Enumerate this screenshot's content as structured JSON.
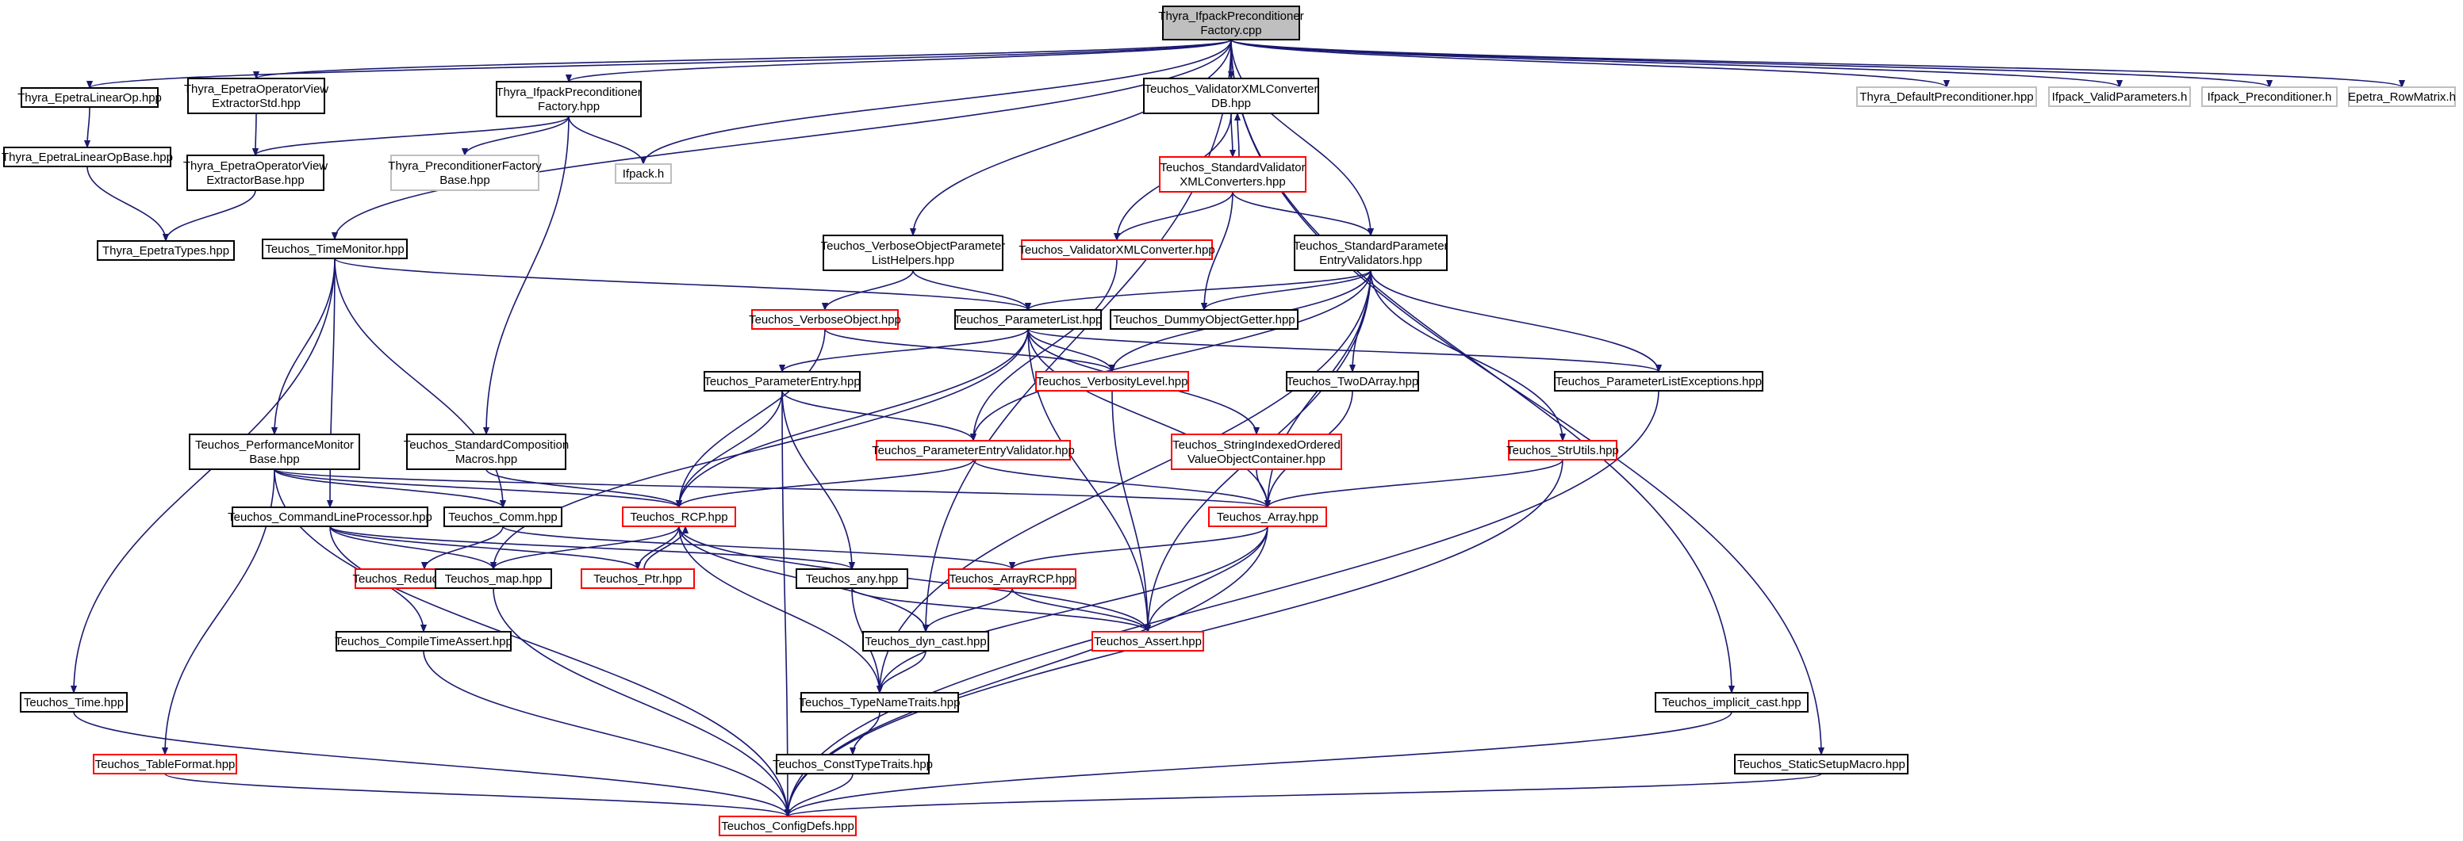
{
  "colors": {
    "edge": "#191970",
    "node_border": "#000000",
    "node_border_incomplete": "#ff0000",
    "node_border_external": "#bfbfbf",
    "root_fill": "#bfbfbf"
  },
  "nodes": [
    {
      "id": "root",
      "lines": [
        "Thyra_IfpackPreconditioner",
        "Factory.cpp"
      ],
      "style": "root"
    },
    {
      "id": "epetra_lin_op",
      "lines": [
        "Thyra_EpetraLinearOp.hpp"
      ],
      "style": "black"
    },
    {
      "id": "epetra_opview_std",
      "lines": [
        "Thyra_EpetraOperatorView",
        "ExtractorStd.hpp"
      ],
      "style": "black"
    },
    {
      "id": "ifpack_fact_hpp",
      "lines": [
        "Thyra_IfpackPreconditioner",
        "Factory.hpp"
      ],
      "style": "black"
    },
    {
      "id": "validator_xml_db",
      "lines": [
        "Teuchos_ValidatorXMLConverter",
        "DB.hpp"
      ],
      "style": "black"
    },
    {
      "id": "default_precond",
      "lines": [
        "Thyra_DefaultPreconditioner.hpp"
      ],
      "style": "gray"
    },
    {
      "id": "ifpack_valid",
      "lines": [
        "Ifpack_ValidParameters.h"
      ],
      "style": "gray"
    },
    {
      "id": "ifpack_precond",
      "lines": [
        "Ifpack_Preconditioner.h"
      ],
      "style": "gray"
    },
    {
      "id": "epetra_rowmatrix",
      "lines": [
        "Epetra_RowMatrix.h"
      ],
      "style": "gray"
    },
    {
      "id": "epetra_lin_op_base",
      "lines": [
        "Thyra_EpetraLinearOpBase.hpp"
      ],
      "style": "black"
    },
    {
      "id": "epetra_opview_base",
      "lines": [
        "Thyra_EpetraOperatorView",
        "ExtractorBase.hpp"
      ],
      "style": "black"
    },
    {
      "id": "precond_fact_base",
      "lines": [
        "Thyra_PreconditionerFactory",
        "Base.hpp"
      ],
      "style": "gray"
    },
    {
      "id": "ifpack_h",
      "lines": [
        "Ifpack.h"
      ],
      "style": "gray"
    },
    {
      "id": "std_validator_xml",
      "lines": [
        "Teuchos_StandardValidator",
        "XMLConverters.hpp"
      ],
      "style": "red"
    },
    {
      "id": "epetra_types",
      "lines": [
        "Thyra_EpetraTypes.hpp"
      ],
      "style": "black"
    },
    {
      "id": "time_monitor",
      "lines": [
        "Teuchos_TimeMonitor.hpp"
      ],
      "style": "black"
    },
    {
      "id": "verbose_helpers",
      "lines": [
        "Teuchos_VerboseObjectParameter",
        "ListHelpers.hpp"
      ],
      "style": "black"
    },
    {
      "id": "validator_xml_conv",
      "lines": [
        "Teuchos_ValidatorXMLConverter.hpp"
      ],
      "style": "red"
    },
    {
      "id": "std_param_entry_val",
      "lines": [
        "Teuchos_StandardParameter",
        "EntryValidators.hpp"
      ],
      "style": "black"
    },
    {
      "id": "verbose_object",
      "lines": [
        "Teuchos_VerboseObject.hpp"
      ],
      "style": "red"
    },
    {
      "id": "param_list",
      "lines": [
        "Teuchos_ParameterList.hpp"
      ],
      "style": "black"
    },
    {
      "id": "dummy_getter",
      "lines": [
        "Teuchos_DummyObjectGetter.hpp"
      ],
      "style": "black"
    },
    {
      "id": "param_entry",
      "lines": [
        "Teuchos_ParameterEntry.hpp"
      ],
      "style": "black"
    },
    {
      "id": "verbosity_level",
      "lines": [
        "Teuchos_VerbosityLevel.hpp"
      ],
      "style": "red"
    },
    {
      "id": "twod_array",
      "lines": [
        "Teuchos_TwoDArray.hpp"
      ],
      "style": "black"
    },
    {
      "id": "param_list_exc",
      "lines": [
        "Teuchos_ParameterListExceptions.hpp"
      ],
      "style": "black"
    },
    {
      "id": "perf_monitor",
      "lines": [
        "Teuchos_PerformanceMonitor",
        "Base.hpp"
      ],
      "style": "black"
    },
    {
      "id": "std_composition",
      "lines": [
        "Teuchos_StandardComposition",
        "Macros.hpp"
      ],
      "style": "black"
    },
    {
      "id": "param_entry_val",
      "lines": [
        "Teuchos_ParameterEntryValidator.hpp"
      ],
      "style": "red"
    },
    {
      "id": "string_indexed",
      "lines": [
        "Teuchos_StringIndexedOrdered",
        "ValueObjectContainer.hpp"
      ],
      "style": "red"
    },
    {
      "id": "str_utils",
      "lines": [
        "Teuchos_StrUtils.hpp"
      ],
      "style": "red"
    },
    {
      "id": "cmdline",
      "lines": [
        "Teuchos_CommandLineProcessor.hpp"
      ],
      "style": "black"
    },
    {
      "id": "comm",
      "lines": [
        "Teuchos_Comm.hpp"
      ],
      "style": "black"
    },
    {
      "id": "rcp",
      "lines": [
        "Teuchos_RCP.hpp"
      ],
      "style": "red"
    },
    {
      "id": "array",
      "lines": [
        "Teuchos_Array.hpp"
      ],
      "style": "red"
    },
    {
      "id": "reduction_op",
      "lines": [
        "Teuchos_ReductionOp.hpp"
      ],
      "style": "red"
    },
    {
      "id": "map",
      "lines": [
        "Teuchos_map.hpp"
      ],
      "style": "black"
    },
    {
      "id": "ptr",
      "lines": [
        "Teuchos_Ptr.hpp"
      ],
      "style": "red"
    },
    {
      "id": "any",
      "lines": [
        "Teuchos_any.hpp"
      ],
      "style": "black"
    },
    {
      "id": "array_rcp",
      "lines": [
        "Teuchos_ArrayRCP.hpp"
      ],
      "style": "red"
    },
    {
      "id": "compile_time_assert",
      "lines": [
        "Teuchos_CompileTimeAssert.hpp"
      ],
      "style": "black"
    },
    {
      "id": "dyn_cast",
      "lines": [
        "Teuchos_dyn_cast.hpp"
      ],
      "style": "black"
    },
    {
      "id": "assert",
      "lines": [
        "Teuchos_Assert.hpp"
      ],
      "style": "red"
    },
    {
      "id": "time",
      "lines": [
        "Teuchos_Time.hpp"
      ],
      "style": "black"
    },
    {
      "id": "type_name_traits",
      "lines": [
        "Teuchos_TypeNameTraits.hpp"
      ],
      "style": "black"
    },
    {
      "id": "implicit_cast",
      "lines": [
        "Teuchos_implicit_cast.hpp"
      ],
      "style": "black"
    },
    {
      "id": "const_type_traits",
      "lines": [
        "Teuchos_ConstTypeTraits.hpp"
      ],
      "style": "black"
    },
    {
      "id": "table_format",
      "lines": [
        "Teuchos_TableFormat.hpp"
      ],
      "style": "red"
    },
    {
      "id": "static_setup",
      "lines": [
        "Teuchos_StaticSetupMacro.hpp"
      ],
      "style": "black"
    },
    {
      "id": "config_defs",
      "lines": [
        "Teuchos_ConfigDefs.hpp"
      ],
      "style": "red"
    }
  ],
  "edges": [
    [
      "root",
      "epetra_lin_op"
    ],
    [
      "root",
      "epetra_opview_std"
    ],
    [
      "root",
      "ifpack_fact_hpp"
    ],
    [
      "root",
      "time_monitor"
    ],
    [
      "root",
      "ifpack_h"
    ],
    [
      "root",
      "dyn_cast"
    ],
    [
      "root",
      "verbose_helpers"
    ],
    [
      "root",
      "validator_xml_db"
    ],
    [
      "root",
      "std_param_entry_val"
    ],
    [
      "root",
      "implicit_cast"
    ],
    [
      "root",
      "static_setup"
    ],
    [
      "root",
      "default_precond"
    ],
    [
      "root",
      "ifpack_valid"
    ],
    [
      "root",
      "ifpack_precond"
    ],
    [
      "root",
      "epetra_rowmatrix"
    ],
    [
      "epetra_lin_op",
      "epetra_lin_op_base"
    ],
    [
      "epetra_lin_op_base",
      "epetra_types"
    ],
    [
      "epetra_opview_std",
      "epetra_opview_base"
    ],
    [
      "epetra_opview_base",
      "epetra_types"
    ],
    [
      "ifpack_fact_hpp",
      "epetra_opview_base"
    ],
    [
      "ifpack_fact_hpp",
      "precond_fact_base"
    ],
    [
      "ifpack_fact_hpp",
      "ifpack_h"
    ],
    [
      "ifpack_fact_hpp",
      "std_composition"
    ],
    [
      "validator_xml_db",
      "std_validator_xml"
    ],
    [
      "validator_xml_db",
      "validator_xml_conv"
    ],
    [
      "std_validator_xml",
      "validator_xml_db"
    ],
    [
      "std_validator_xml",
      "validator_xml_conv"
    ],
    [
      "std_validator_xml",
      "std_param_entry_val"
    ],
    [
      "std_validator_xml",
      "dummy_getter"
    ],
    [
      "validator_xml_conv",
      "param_entry_val"
    ],
    [
      "time_monitor",
      "param_list"
    ],
    [
      "time_monitor",
      "perf_monitor"
    ],
    [
      "time_monitor",
      "cmdline"
    ],
    [
      "time_monitor",
      "comm"
    ],
    [
      "time_monitor",
      "time"
    ],
    [
      "verbose_helpers",
      "verbose_object"
    ],
    [
      "verbose_helpers",
      "param_list"
    ],
    [
      "std_param_entry_val",
      "param_list"
    ],
    [
      "std_param_entry_val",
      "dummy_getter"
    ],
    [
      "std_param_entry_val",
      "verbosity_level"
    ],
    [
      "std_param_entry_val",
      "twod_array"
    ],
    [
      "std_param_entry_val",
      "param_list_exc"
    ],
    [
      "std_param_entry_val",
      "str_utils"
    ],
    [
      "std_param_entry_val",
      "param_entry_val"
    ],
    [
      "std_param_entry_val",
      "assert"
    ],
    [
      "std_param_entry_val",
      "type_name_traits"
    ],
    [
      "std_param_entry_val",
      "array"
    ],
    [
      "verbose_object",
      "verbosity_level"
    ],
    [
      "verbose_object",
      "rcp"
    ],
    [
      "param_list",
      "param_entry"
    ],
    [
      "param_list",
      "param_list_exc"
    ],
    [
      "param_list",
      "string_indexed"
    ],
    [
      "param_list",
      "array"
    ],
    [
      "param_list",
      "map"
    ],
    [
      "param_list",
      "rcp"
    ],
    [
      "param_list",
      "assert"
    ],
    [
      "param_list",
      "verbosity_level"
    ],
    [
      "param_entry",
      "param_entry_val"
    ],
    [
      "param_entry",
      "rcp"
    ],
    [
      "param_entry",
      "any"
    ],
    [
      "param_entry",
      "config_defs"
    ],
    [
      "verbosity_level",
      "assert"
    ],
    [
      "twod_array",
      "array"
    ],
    [
      "param_list_exc",
      "config_defs"
    ],
    [
      "perf_monitor",
      "comm"
    ],
    [
      "perf_monitor",
      "rcp"
    ],
    [
      "perf_monitor",
      "array"
    ],
    [
      "perf_monitor",
      "table_format"
    ],
    [
      "perf_monitor",
      "config_defs"
    ],
    [
      "std_composition",
      "rcp"
    ],
    [
      "param_entry_val",
      "rcp"
    ],
    [
      "param_entry_val",
      "array"
    ],
    [
      "string_indexed",
      "array"
    ],
    [
      "str_utils",
      "array"
    ],
    [
      "str_utils",
      "config_defs"
    ],
    [
      "cmdline",
      "map"
    ],
    [
      "cmdline",
      "any"
    ],
    [
      "cmdline",
      "ptr"
    ],
    [
      "cmdline",
      "compile_time_assert"
    ],
    [
      "comm",
      "reduction_op"
    ],
    [
      "comm",
      "array_rcp"
    ],
    [
      "rcp",
      "map"
    ],
    [
      "rcp",
      "ptr"
    ],
    [
      "rcp",
      "dyn_cast"
    ],
    [
      "rcp",
      "assert"
    ],
    [
      "rcp",
      "type_name_traits"
    ],
    [
      "ptr",
      "rcp"
    ],
    [
      "array",
      "array_rcp"
    ],
    [
      "array",
      "assert"
    ],
    [
      "array",
      "type_name_traits"
    ],
    [
      "array",
      "config_defs"
    ],
    [
      "map",
      "config_defs"
    ],
    [
      "any",
      "type_name_traits"
    ],
    [
      "any",
      "assert"
    ],
    [
      "array_rcp",
      "dyn_cast"
    ],
    [
      "array_rcp",
      "assert"
    ],
    [
      "compile_time_assert",
      "config_defs"
    ],
    [
      "dyn_cast",
      "type_name_traits"
    ],
    [
      "type_name_traits",
      "const_type_traits"
    ],
    [
      "const_type_traits",
      "config_defs"
    ],
    [
      "time",
      "config_defs"
    ],
    [
      "table_format",
      "config_defs"
    ],
    [
      "implicit_cast",
      "config_defs"
    ],
    [
      "static_setup",
      "config_defs"
    ]
  ]
}
